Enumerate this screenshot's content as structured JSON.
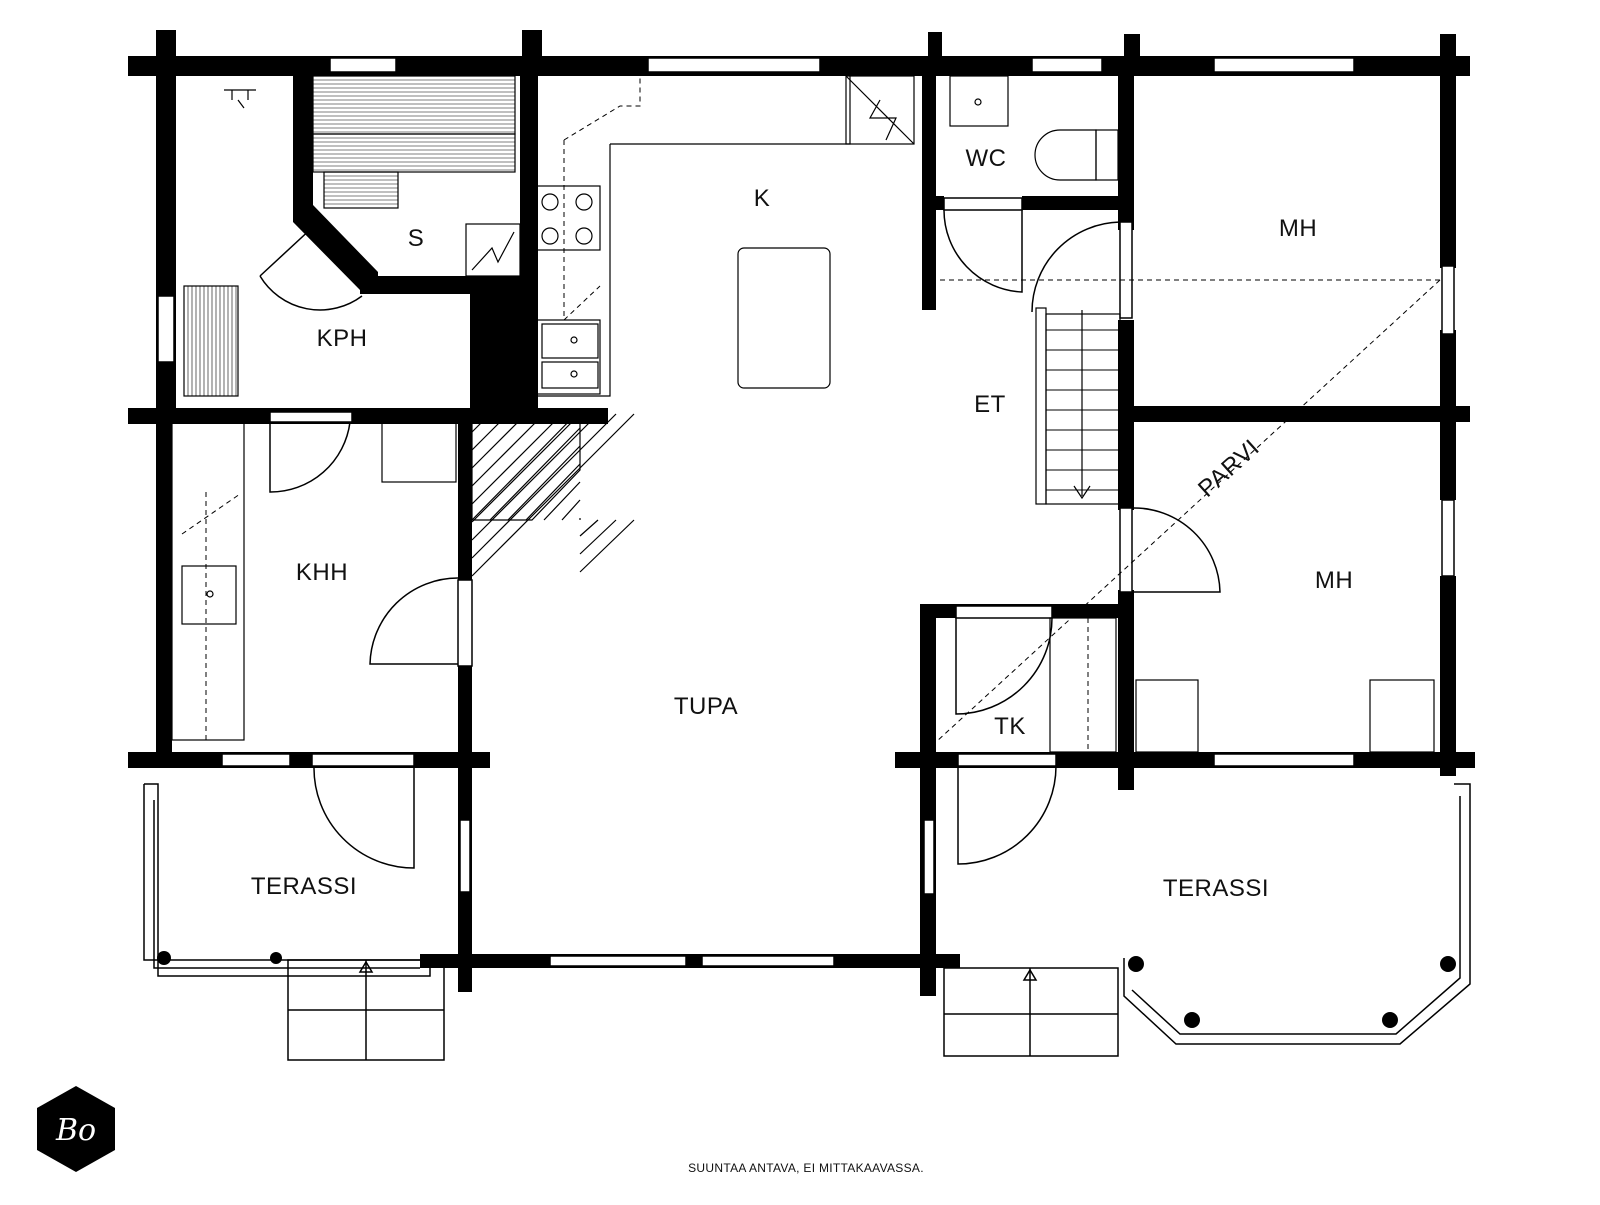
{
  "rooms": {
    "kph": "KPH",
    "s": "S",
    "k": "K",
    "wc": "WC",
    "mh_top": "MH",
    "mh_bottom": "MH",
    "et": "ET",
    "parvi": "PARVI",
    "khh": "KHH",
    "tupa": "TUPA",
    "tk": "TK",
    "terassi_left": "TERASSI",
    "terassi_right": "TERASSI"
  },
  "footer": {
    "note": "SUUNTAA ANTAVA, EI MITTAKAAVASSA."
  },
  "logo": {
    "text": "Bo"
  },
  "icons": {
    "logo": "hexagon-logo-icon",
    "stair_direction": "arrow-down-icon"
  }
}
